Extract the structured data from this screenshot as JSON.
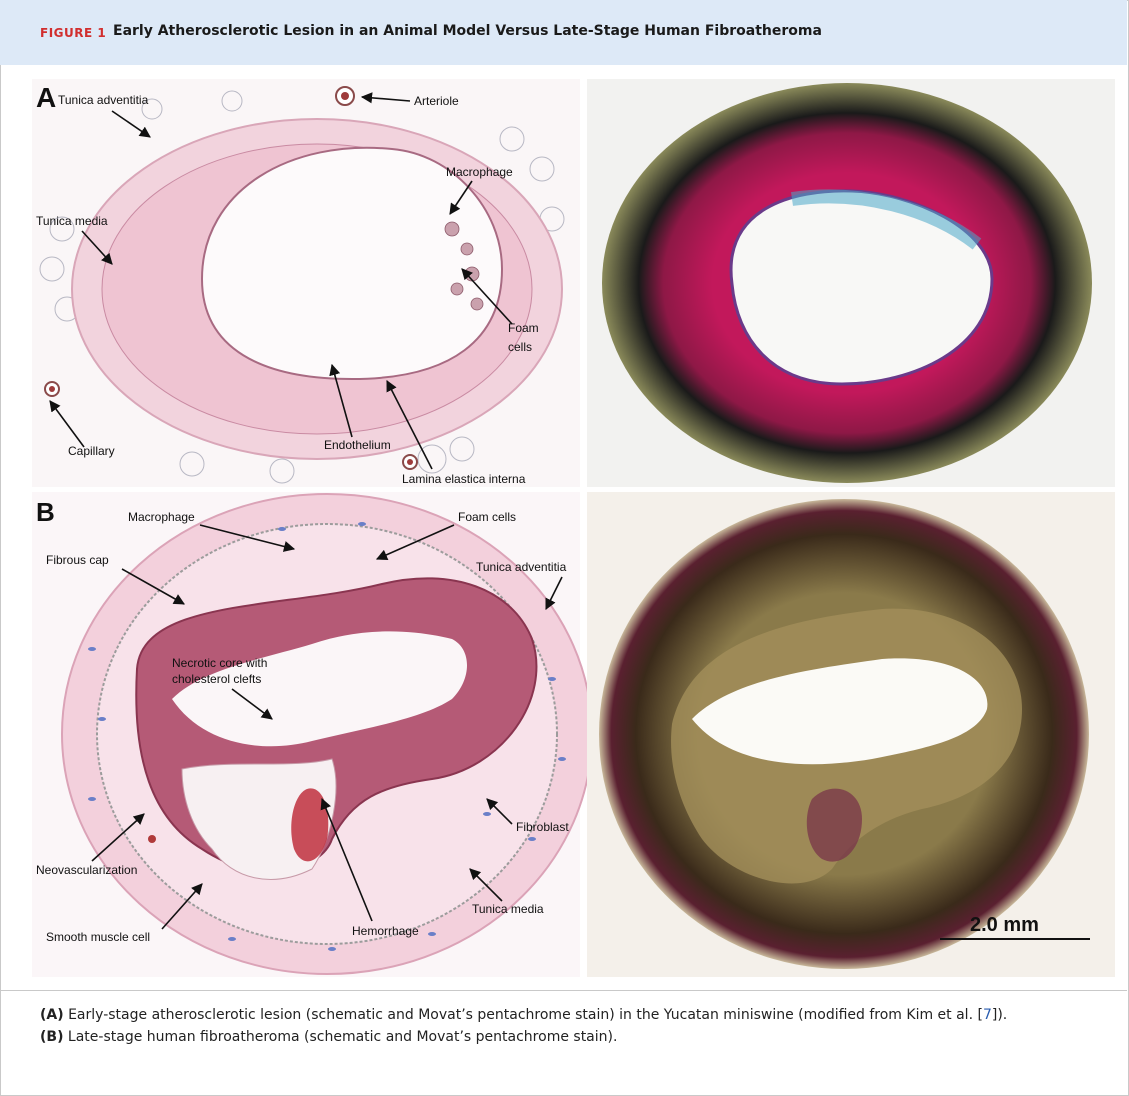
{
  "figure": {
    "label": "FIGURE 1",
    "title": "Early Atherosclerotic Lesion in an Animal Model Versus Late-Stage Human Fibroatheroma"
  },
  "panel_a": {
    "letter": "A",
    "labels": {
      "tunica_adventitia": "Tunica adventitia",
      "arteriole": "Arteriole",
      "macrophage": "Macrophage",
      "tunica_media": "Tunica media",
      "foam_cells_1": "Foam",
      "foam_cells_2": "cells",
      "capillary": "Capillary",
      "endothelium": "Endothelium",
      "lamina": "Lamina elastica interna"
    }
  },
  "panel_b": {
    "letter": "B",
    "labels": {
      "macrophage": "Macrophage",
      "foam_cells": "Foam cells",
      "fibrous_cap": "Fibrous cap",
      "tunica_adventitia": "Tunica adventitia",
      "necrotic_1": "Necrotic core with",
      "necrotic_2": "cholesterol clefts",
      "fibroblast": "Fibroblast",
      "neovascularization": "Neovascularization",
      "tunica_media": "Tunica media",
      "smooth_muscle": "Smooth muscle cell",
      "hemorrhage": "Hemorrhage",
      "scale_bar": "2.0 mm"
    }
  },
  "caption": {
    "a_label": "(A)",
    "a_text": " Early-stage atherosclerotic lesion (schematic and Movat’s pentachrome stain) in the Yucatan miniswine (modified from Kim et al. [",
    "a_ref": "7",
    "a_end": "]).",
    "b_label": "(B)",
    "b_text": " Late-stage human fibroatheroma (schematic and Movat’s pentachrome stain)."
  }
}
